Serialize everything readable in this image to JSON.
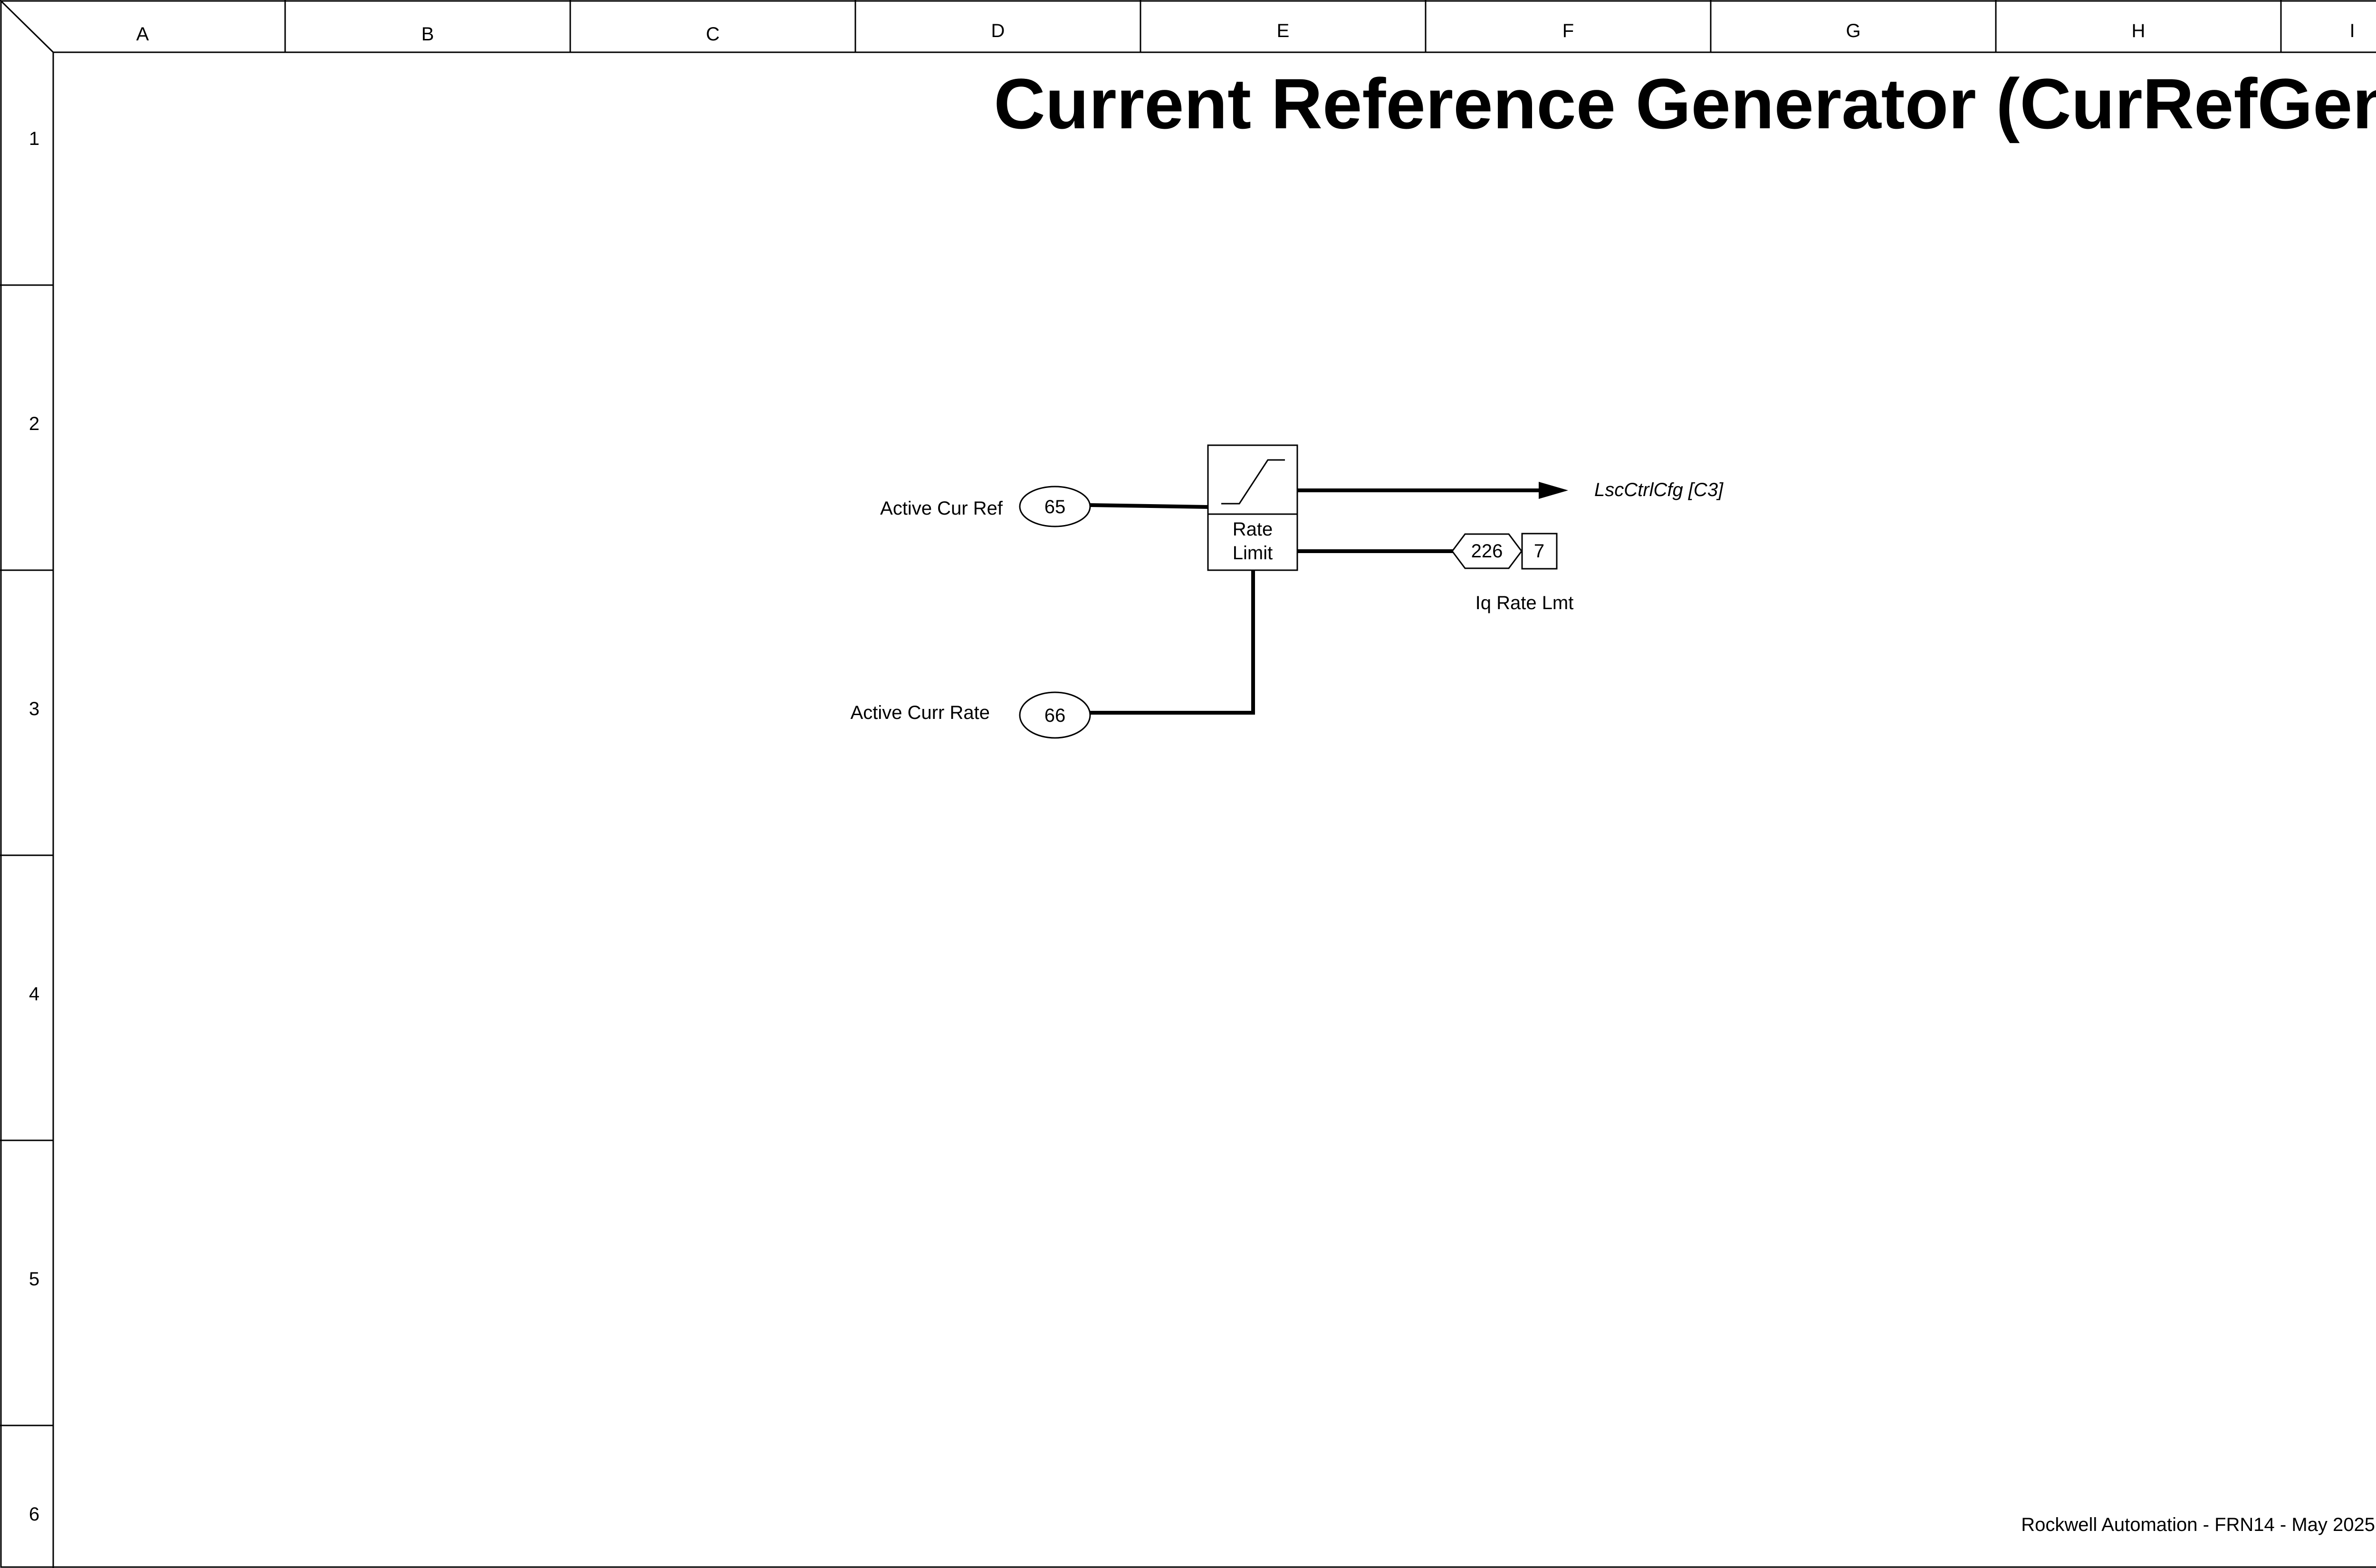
{
  "title": "Current Reference Generator (CurRefGen)",
  "columns": [
    "A",
    "B",
    "C",
    "D",
    "E",
    "F",
    "G",
    "H",
    "I"
  ],
  "rows": [
    "1",
    "2",
    "3",
    "4",
    "5",
    "6"
  ],
  "inputs": {
    "active_cur_ref": {
      "label": "Active Cur Ref",
      "param": "65"
    },
    "active_curr_rate": {
      "label": "Active Curr Rate",
      "param": "66"
    }
  },
  "rate_limit_block": {
    "line1": "Rate",
    "line2": "Limit"
  },
  "output_link": {
    "label": "LscCtrlCfg [C3]"
  },
  "status_output": {
    "param": "226",
    "bit": "7",
    "label": "Iq Rate Lmt"
  },
  "footer": "Rockwell Automation - FRN14 - May 2025"
}
